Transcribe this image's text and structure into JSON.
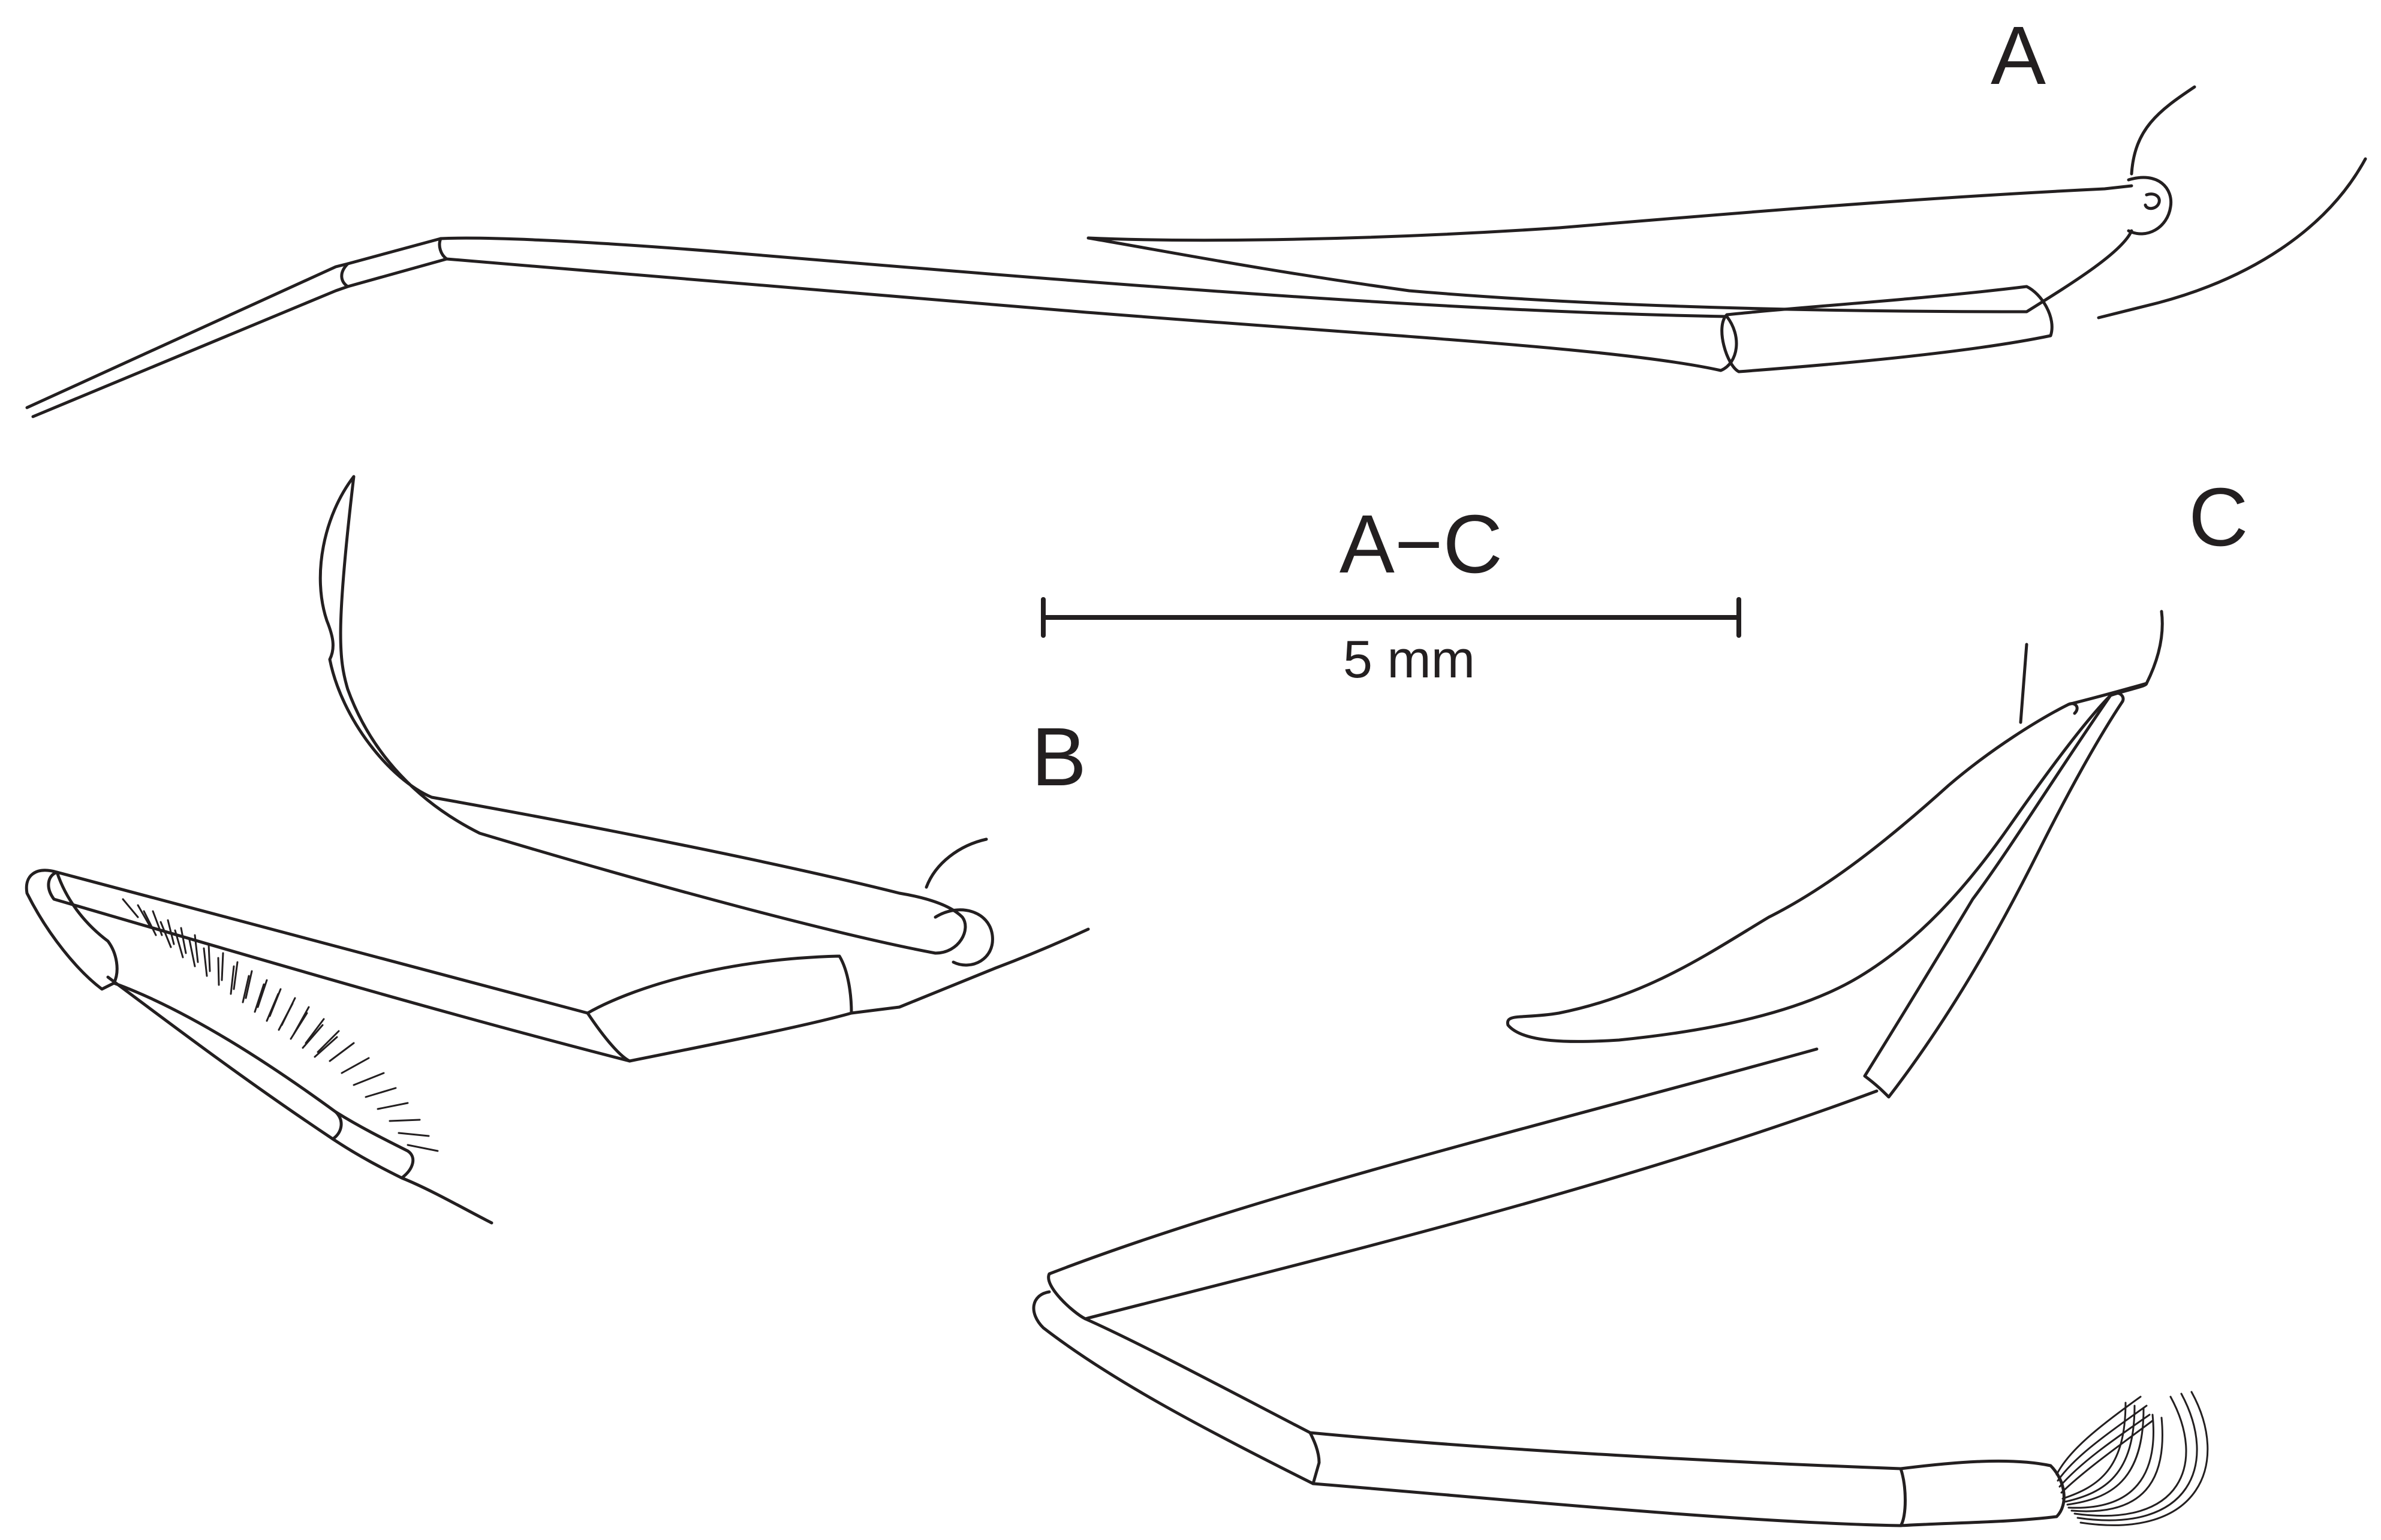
{
  "figure": {
    "panels": [
      {
        "id": "A",
        "label": "A"
      },
      {
        "id": "B",
        "label": "B"
      },
      {
        "id": "C",
        "label": "C"
      }
    ],
    "scale_bar": {
      "label": "A−C",
      "length_text": "5 mm"
    },
    "colors": {
      "line": "#231f20",
      "background": "#ffffff"
    }
  }
}
